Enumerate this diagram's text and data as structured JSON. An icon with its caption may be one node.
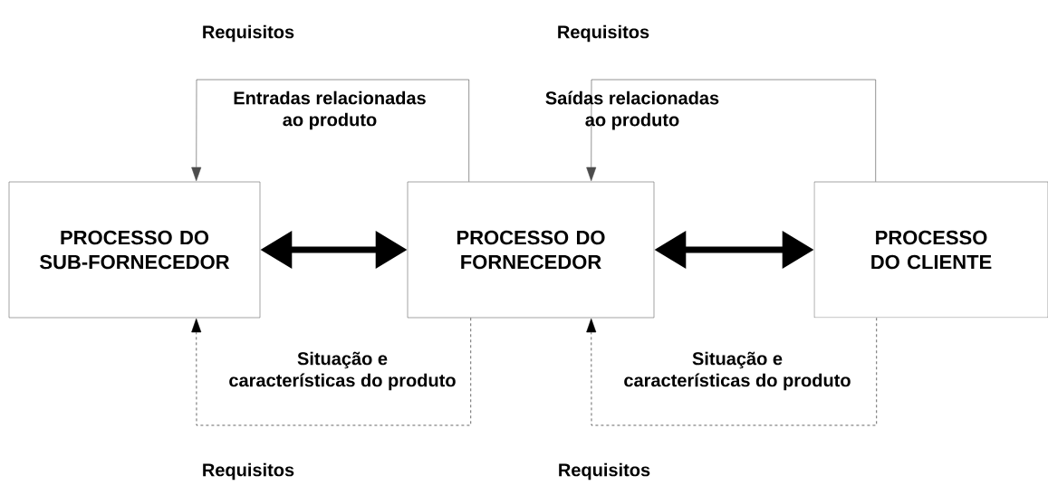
{
  "diagram": {
    "nodes": [
      {
        "text": [
          "PROCESSO DO SUB-FORNECEDOR"
        ]
      },
      {
        "text": [
          "PROCESSO DO FORNECEDOR"
        ]
      },
      {
        "text": [
          "PROCESSO DO CLIENTE"
        ]
      }
    ],
    "edges": [
      {
        "from": 0,
        "to": 1,
        "arrow": "both",
        "style": "thick"
      },
      {
        "from": 1,
        "to": 2,
        "arrow": "both",
        "style": "thick"
      },
      {
        "from": 1,
        "to": 0,
        "arrow": "to",
        "label": "Entradas relacionadas ao produto"
      },
      {
        "from": 2,
        "to": 1,
        "arrow": "to",
        "label": "Saídas relacionadas ao produto"
      },
      {
        "from": 1,
        "to": 0,
        "arrow": "to",
        "style": "dashed",
        "label": "Situação e características do produto"
      },
      {
        "from": 2,
        "to": 1,
        "arrow": "to",
        "style": "dashed",
        "label": "Situação e características do produto"
      }
    ],
    "labels": [
      "Requisitos",
      "Requisitos",
      "Requisitos",
      "Requisitos"
    ]
  }
}
